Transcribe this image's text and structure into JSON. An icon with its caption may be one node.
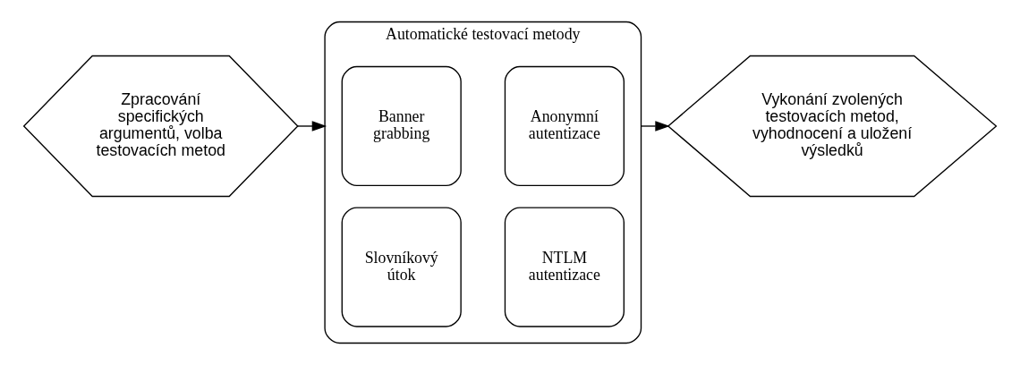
{
  "diagram": {
    "nodes": [
      {
        "text": [
          "Zpracování specifických argumentů, volba testovacích metod"
        ]
      },
      {
        "text": [
          "Automatické testovací metody"
        ]
      },
      {
        "text": [
          "Banner grabbing"
        ],
        "in": 1
      },
      {
        "text": [
          "Anonymní autentizace"
        ],
        "in": 1
      },
      {
        "text": [
          "Slovníkový útok"
        ],
        "in": 1
      },
      {
        "text": [
          "NTLM autentizace"
        ],
        "in": 1
      },
      {
        "text": [
          "Vykonání zvolených testovacích metod, vyhodnocení a uložení výsledků"
        ]
      }
    ],
    "edges": [
      {
        "from": 0,
        "to": 1,
        "arrow": "to"
      },
      {
        "from": 1,
        "to": 6,
        "arrow": "to"
      }
    ]
  }
}
